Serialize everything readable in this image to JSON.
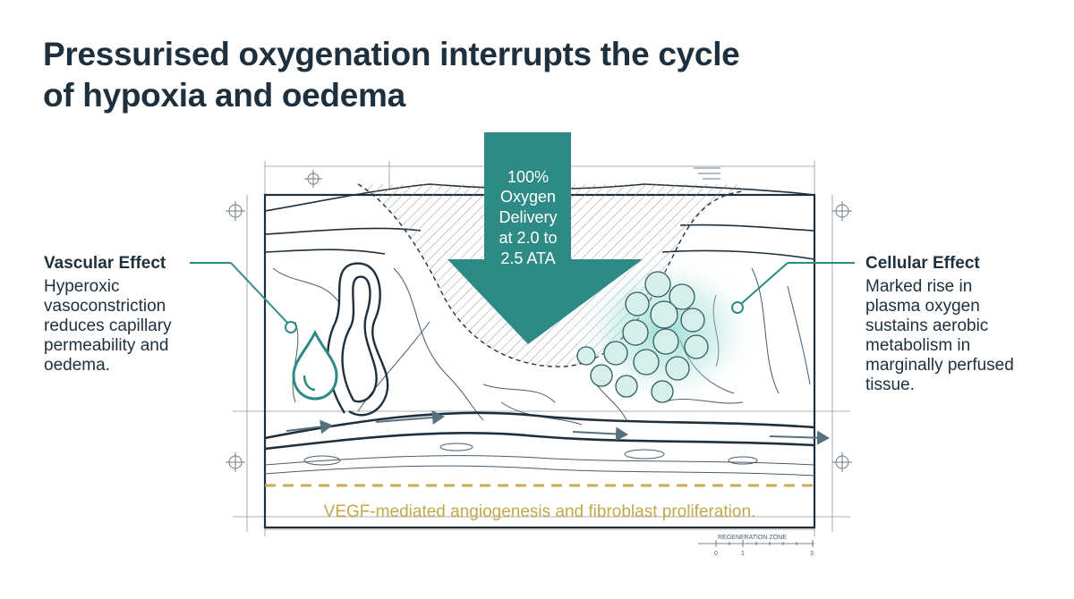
{
  "title": {
    "line1": "Pressurised oxygenation interrupts the cycle",
    "line2": "of hypoxia and oedema"
  },
  "arrow": {
    "lines": [
      "100%",
      "Oxygen",
      "Delivery",
      "at 2.0 to",
      "2.5 ATA"
    ]
  },
  "vascular": {
    "heading": "Vascular Effect",
    "body_lines": [
      "Hyperoxic",
      "vasoconstriction",
      "reduces capillary",
      "permeability and",
      "oedema."
    ],
    "icon": "droplet-icon"
  },
  "cellular": {
    "heading": "Cellular Effect",
    "body_lines": [
      "Marked rise in",
      "plasma oxygen",
      "sustains aerobic",
      "metabolism in",
      "marginally perfused",
      "tissue."
    ],
    "icon": "cell-cluster-icon"
  },
  "regeneration": {
    "text": "VEGF-mediated angiogenesis and fibroblast proliferation."
  },
  "scale_bar": {
    "label": "REGENERATION ZONE",
    "ticks": [
      "0",
      "1",
      "3"
    ]
  },
  "colors": {
    "teal": "#2e8a85",
    "ink": "#1e2f3d",
    "gold": "#c8ad52",
    "cell_glow": "#7fd1c7"
  }
}
